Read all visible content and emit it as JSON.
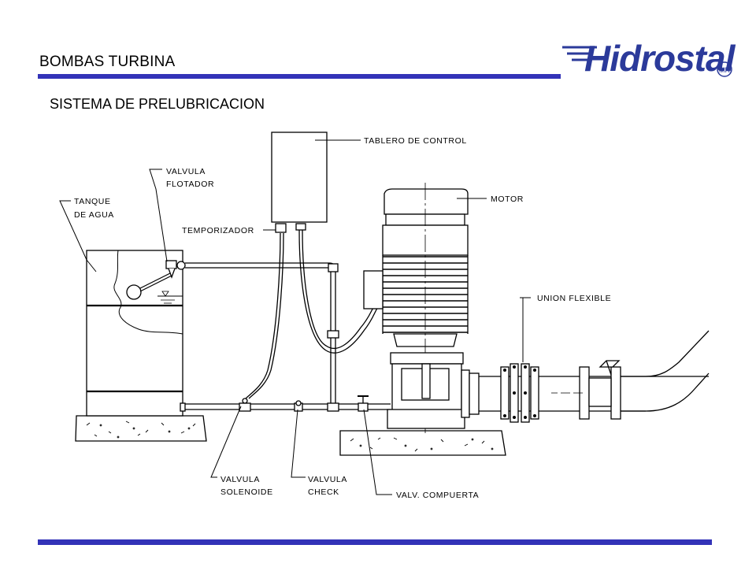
{
  "header": {
    "title": "BOMBAS TURBINA",
    "subtitle": "SISTEMA DE PRELUBRICACION",
    "logo_text": "Hidrostal",
    "logo_mark": "MR"
  },
  "colors": {
    "accent_bar": "#3333b8",
    "logo_blue": "#2b3a9a",
    "line": "#000000"
  },
  "labels": {
    "tablero": "TABLERO DE CONTROL",
    "valvula_flotador_1": "VALVULA",
    "valvula_flotador_2": "FLOTADOR",
    "tanque_1": "TANQUE",
    "tanque_2": "DE AGUA",
    "temporizador": "TEMPORIZADOR",
    "motor": "MOTOR",
    "union": "UNION FLEXIBLE",
    "solenoide_1": "VALVULA",
    "solenoide_2": "SOLENOIDE",
    "check_1": "VALVULA",
    "check_2": "CHECK",
    "compuerta": "VALV. COMPUERTA"
  }
}
